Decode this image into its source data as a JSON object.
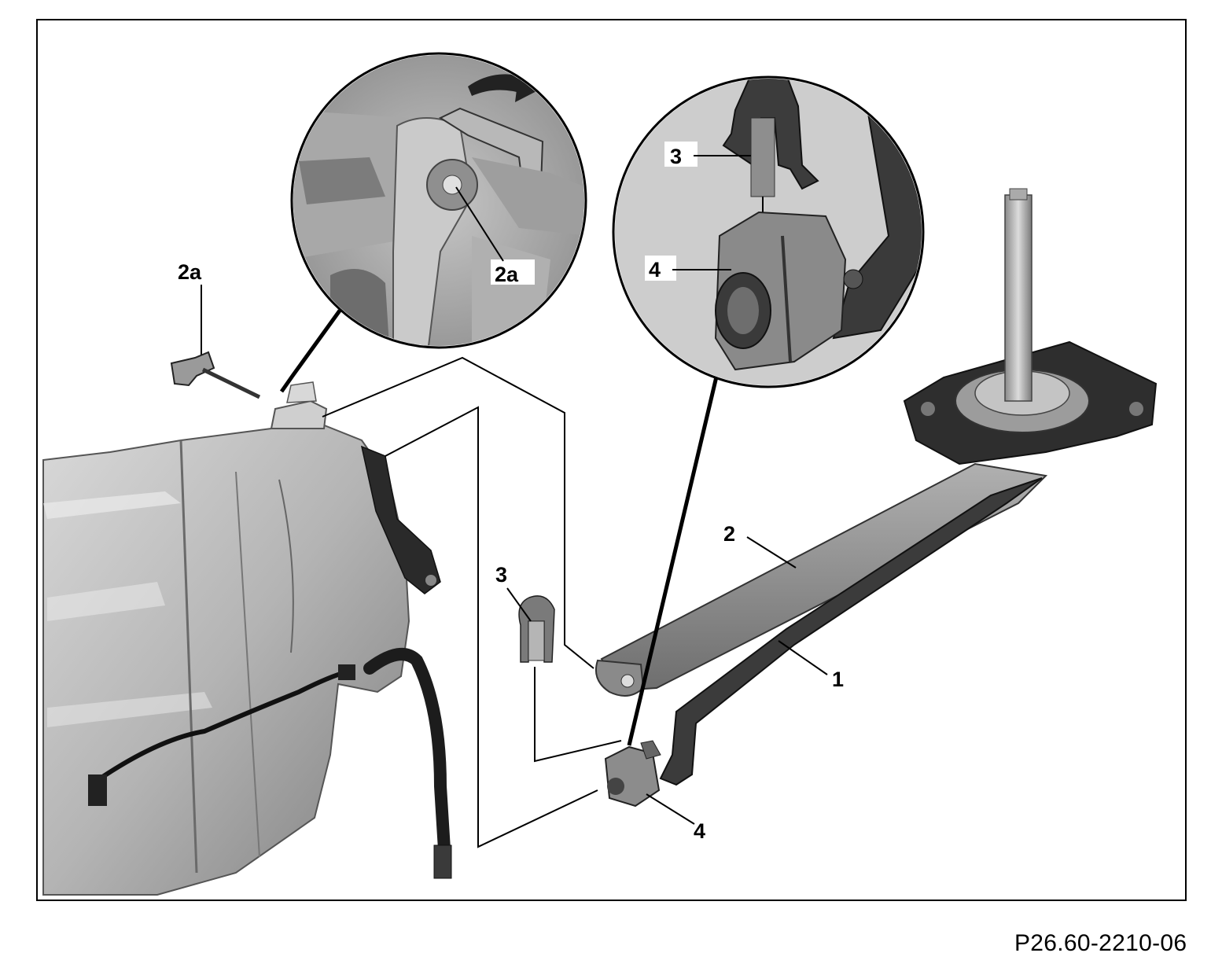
{
  "diagram": {
    "figure_id": "P26.60-2210-06",
    "callouts": {
      "part_1": "1",
      "part_2": "2",
      "part_2a": "2a",
      "part_2a_detail": "2a",
      "part_3": "3",
      "part_3_detail": "3",
      "part_4": "4",
      "part_4_detail": "4"
    },
    "colors": {
      "frame": "#000000",
      "metal_light": "#c8c8c8",
      "metal_mid": "#9a9a9a",
      "metal_dark": "#4a4a4a",
      "rubber": "#1e1e1e",
      "background": "#ffffff"
    }
  }
}
